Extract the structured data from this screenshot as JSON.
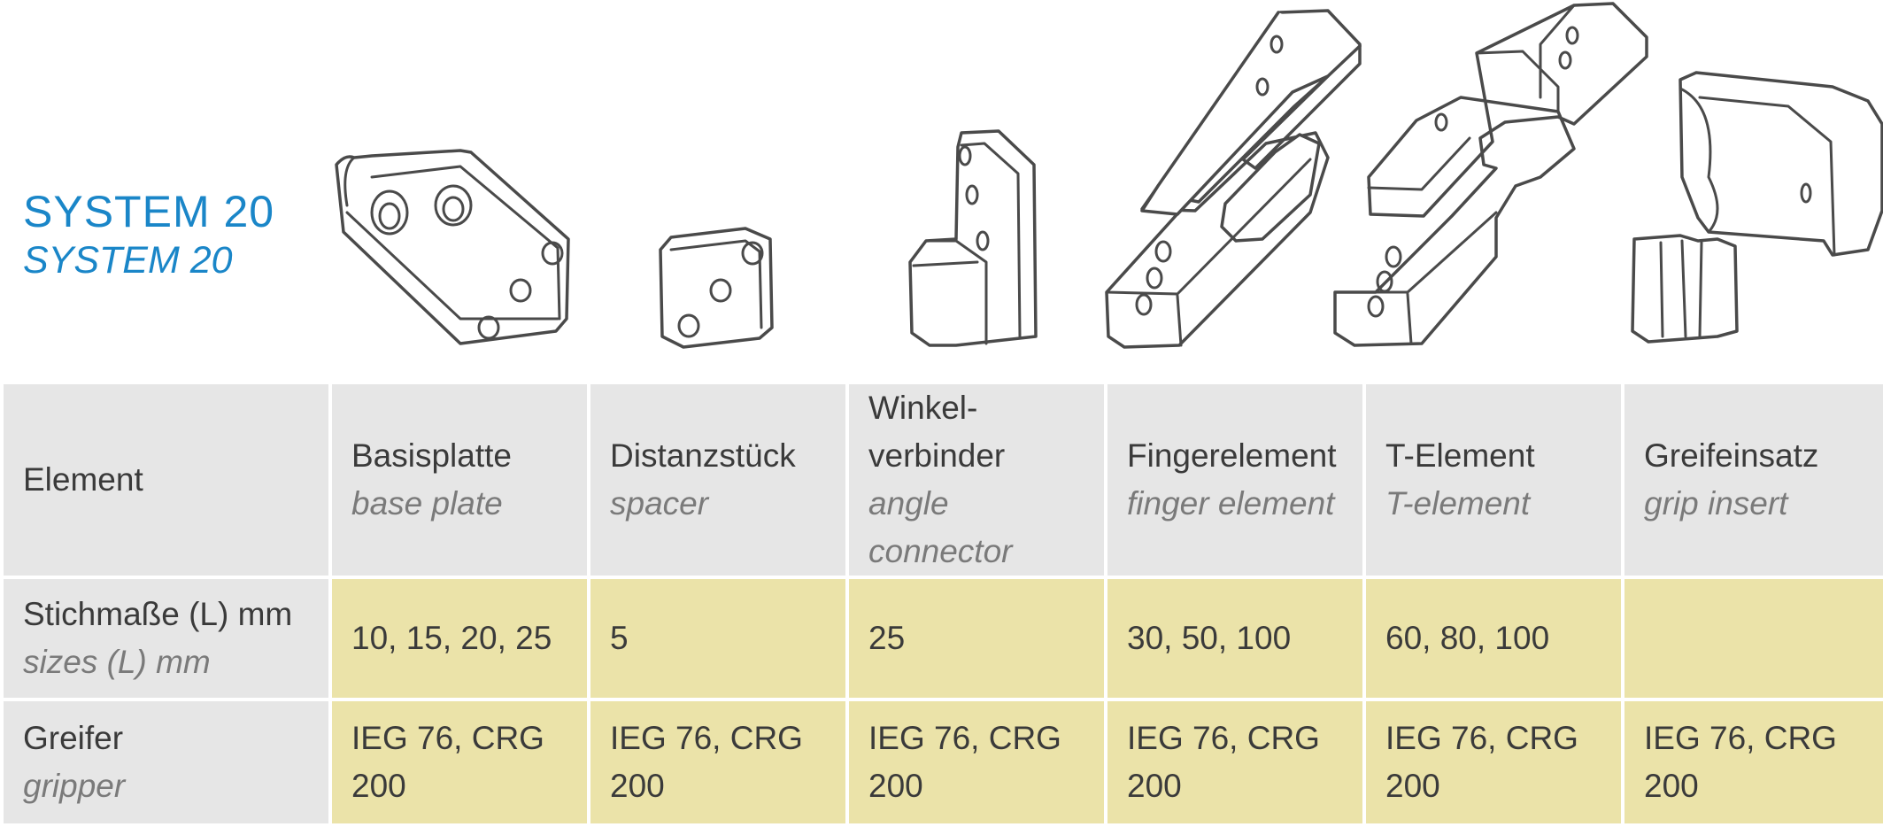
{
  "header": {
    "title": "SYSTEM 20",
    "subtitle": "SYSTEM 20"
  },
  "illustrations": [
    {
      "name": "base-plate-illustration"
    },
    {
      "name": "spacer-illustration"
    },
    {
      "name": "angle-connector-illustration"
    },
    {
      "name": "finger-element-illustration"
    },
    {
      "name": "t-element-illustration"
    },
    {
      "name": "grip-insert-illustration"
    }
  ],
  "table": {
    "row_labels": {
      "element": {
        "de": "Element",
        "en": ""
      },
      "sizes": {
        "de": "Stichmaße (L) mm",
        "en": "sizes (L) mm"
      },
      "gripper": {
        "de": "Greifer",
        "en": "gripper"
      }
    },
    "columns": [
      {
        "de_lines": [
          "Basisplatte"
        ],
        "en": "base plate",
        "sizes": "10, 15, 20, 25",
        "gripper_lines": [
          "IEG 76, CRG",
          "200"
        ]
      },
      {
        "de_lines": [
          "Distanzstück"
        ],
        "en": "spacer",
        "sizes": "5",
        "gripper_lines": [
          "IEG 76, CRG",
          "200"
        ]
      },
      {
        "de_lines": [
          "Winkel-",
          "verbinder"
        ],
        "en": "angle connector",
        "sizes": "25",
        "gripper_lines": [
          "IEG 76, CRG",
          "200"
        ]
      },
      {
        "de_lines": [
          "Fingerelement"
        ],
        "en": "finger element",
        "sizes": "30, 50, 100",
        "gripper_lines": [
          "IEG 76, CRG",
          "200"
        ]
      },
      {
        "de_lines": [
          "T-Element"
        ],
        "en": "T-element",
        "sizes": "60, 80, 100",
        "gripper_lines": [
          "IEG 76, CRG",
          "200"
        ]
      },
      {
        "de_lines": [
          "Greifeinsatz"
        ],
        "en": "grip insert",
        "sizes": "",
        "gripper_lines": [
          "IEG 76, CRG",
          "200"
        ]
      }
    ]
  },
  "colors": {
    "title": "#1a86c8",
    "header_bg": "#e6e6e6",
    "value_bg": "#ebe3a9",
    "text": "#3a3a3a",
    "italic_text": "#7a7a7a"
  }
}
